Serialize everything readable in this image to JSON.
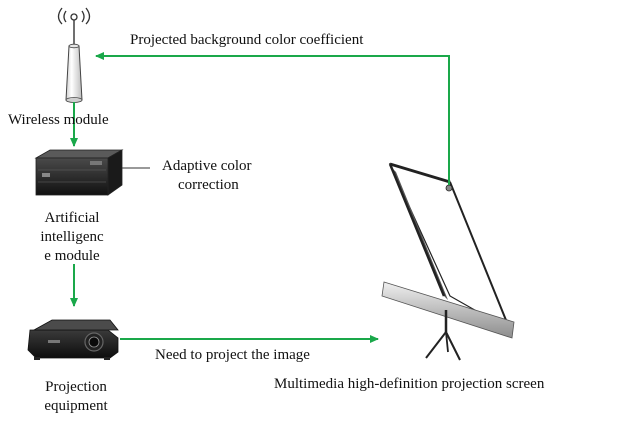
{
  "labels": {
    "wireless_module": "Wireless module",
    "ai_module_line1": "Artificial",
    "ai_module_line2": "intelligenc",
    "ai_module_line3": "e module",
    "adaptive_line1": "Adaptive color",
    "adaptive_line2": "correction",
    "projection_line1": "Projection",
    "projection_line2": "equipment",
    "screen": "Multimedia high-definition projection screen",
    "feedback_arrow": "Projected background color coefficient",
    "image_arrow": "Need to project the image"
  },
  "colors": {
    "arrow": "#1aa84a",
    "connector": "#333333"
  },
  "icons": {
    "wireless": "antenna-icon",
    "ai": "server-box-icon",
    "projector": "projector-icon",
    "screen": "projection-screen-icon"
  }
}
